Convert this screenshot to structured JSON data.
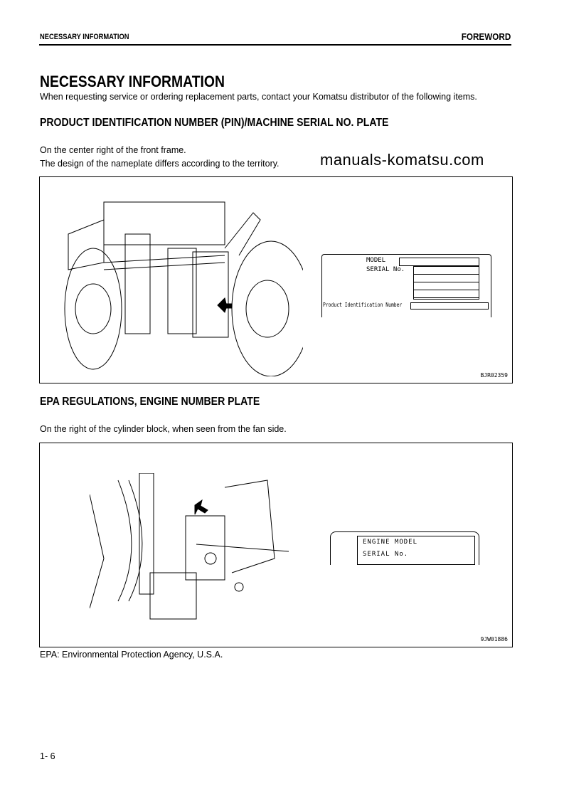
{
  "header": {
    "section": "NECESSARY INFORMATION",
    "chapter": "FOREWORD"
  },
  "title": "NECESSARY INFORMATION",
  "intro": "When requesting service or ordering replacement parts, contact your Komatsu distributor of the following items.",
  "pin": {
    "heading": "PRODUCT IDENTIFICATION NUMBER (PIN)/MACHINE SERIAL NO. PLATE",
    "line1": "On the center right of the front frame.",
    "line2": "The design of the nameplate differs according to the territory.",
    "plate": {
      "model": "MODEL",
      "serial": "SERIAL No.",
      "pin": "Product Identification Number"
    },
    "figure_code": "BJR02359"
  },
  "watermark": "manuals-komatsu.com",
  "epa": {
    "heading": "EPA REGULATIONS, ENGINE NUMBER PLATE",
    "line1": "On the right of the cylinder block, when seen from the fan side.",
    "plate": {
      "model": "ENGINE MODEL",
      "serial": "SERIAL No."
    },
    "figure_code": "9JW01886",
    "footnote": "EPA: Environmental Protection Agency, U.S.A."
  },
  "page_number": "1- 6"
}
